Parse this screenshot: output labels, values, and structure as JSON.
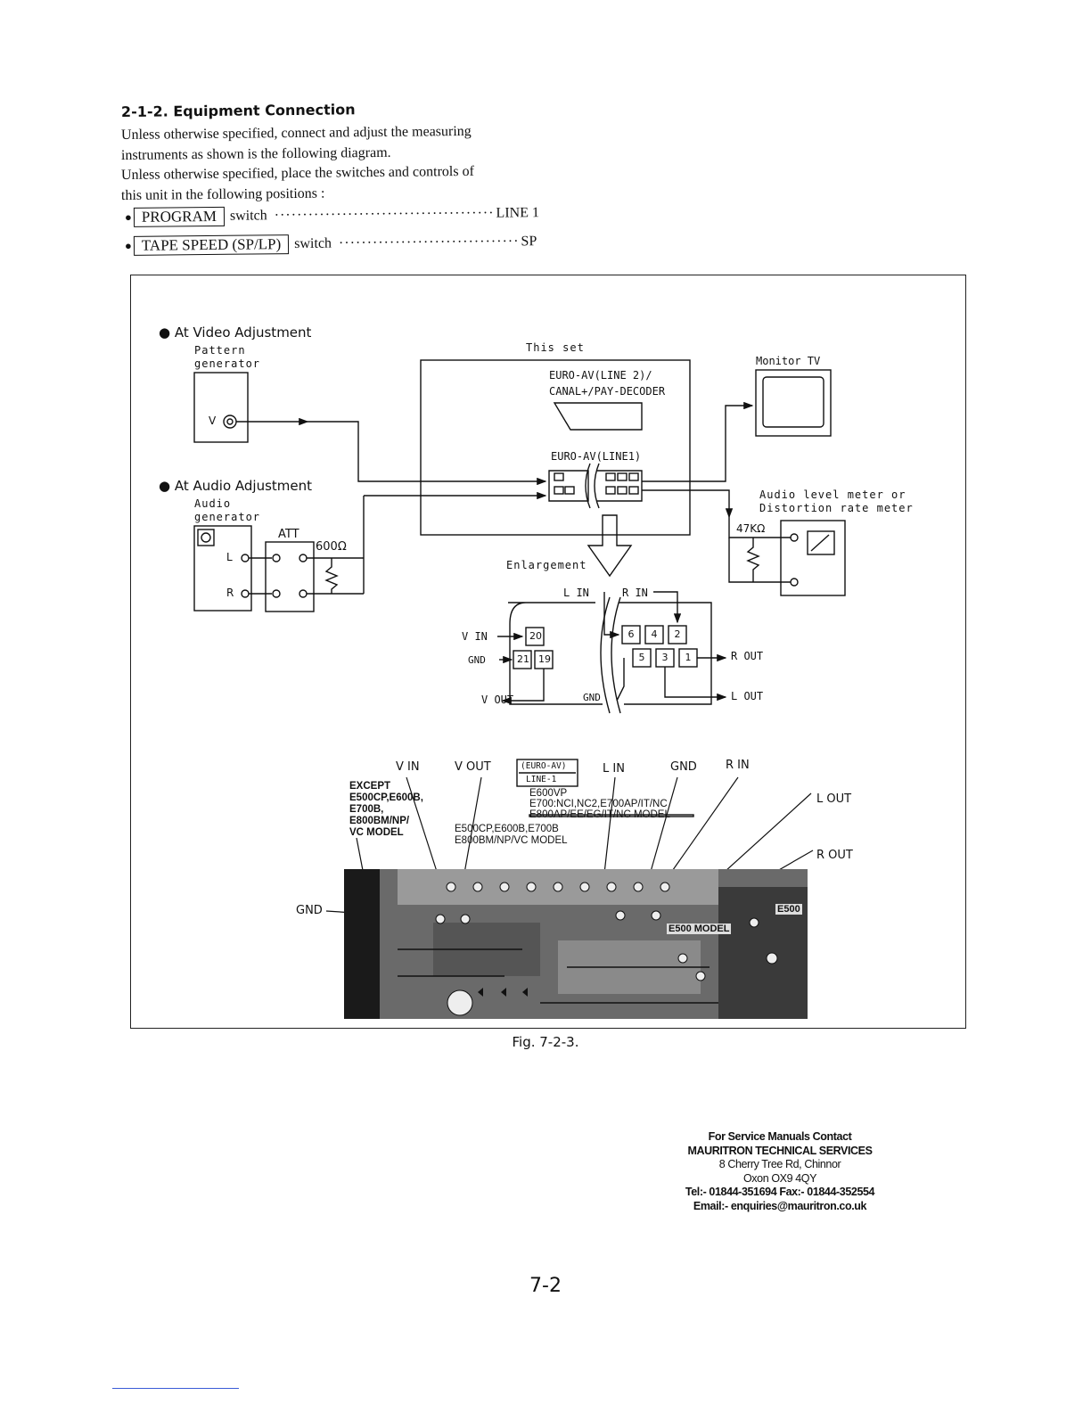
{
  "section": {
    "heading": "2-1-2.  Equipment Connection",
    "para1_line1": "Unless otherwise specified, connect and adjust the measuring",
    "para1_line2": "instruments as shown is the following diagram.",
    "para2_line1": "Unless otherwise specified, place the switches and controls of",
    "para2_line2": "this unit in the following positions :"
  },
  "settings": [
    {
      "bullet": "●",
      "control": "PROGRAM",
      "kind": "switch",
      "dots": "·······································",
      "value": "LINE 1"
    },
    {
      "bullet": "●",
      "control": "TAPE SPEED (SP/LP)",
      "kind": "switch",
      "dots": "································",
      "value": "SP"
    }
  ],
  "diagram": {
    "video_adjustment": "● At Video Adjustment",
    "pattern_generator_1": "Pattern",
    "pattern_generator_2": "generator",
    "v_label": "V",
    "audio_adjustment": "● At Audio Adjustment",
    "audio_generator_1": "Audio",
    "audio_generator_2": "generator",
    "att": "ATT",
    "ohm600": "600Ω",
    "l_label": "L",
    "r_label": "R",
    "this_set": "This set",
    "euro_av_line2_1": "EURO-AV(LINE 2)/",
    "euro_av_line2_2": "CANAL+/PAY-DECODER",
    "euro_av_line1": "EURO-AV(LINE1)",
    "monitor_tv": "Monitor TV",
    "audio_meter_1": "Audio level meter or",
    "audio_meter_2": "Distortion rate meter",
    "k47": "47KΩ",
    "enlargement": "Enlargement",
    "l_in": "L IN",
    "r_in": "R IN",
    "v_in": "V IN",
    "gnd": "GND",
    "v_out": "V OUT",
    "gnd2": "GND",
    "r_out": "R OUT",
    "l_out": "L OUT",
    "pins": [
      "20",
      "21",
      "19",
      "6",
      "4",
      "2",
      "5",
      "3",
      "1"
    ]
  },
  "pcb": {
    "v_in": "V IN",
    "v_out": "V OUT",
    "euro_box_1": "(EURO-AV)",
    "euro_box_2": "LINE-1",
    "l_in": "L IN",
    "gnd_top": "GND",
    "r_in": "R IN",
    "except_1": "EXCEPT",
    "except_2": "E500CP,E600B,",
    "except_3": "E700B,",
    "except_4": "E800BM/NP/",
    "except_5": "VC MODEL",
    "models_1": "E600VP",
    "models_2": "E700:NCI,NC2,E700AP/IT/NC",
    "models_3": "E800AP/EE/EG/IT/NC MODEL",
    "models_4": "E500CP,E600B,E700B",
    "models_5": "E800BM/NP/VC MODEL",
    "l_out": "L OUT",
    "r_out": "R OUT",
    "gnd_left": "GND",
    "e500_model": "E500 MODEL",
    "e500": "E500"
  },
  "caption": "Fig. 7-2-3.",
  "contact": {
    "line1": "For Service Manuals Contact",
    "line2": "MAURITRON TECHNICAL SERVICES",
    "line3": "8 Cherry Tree Rd, Chinnor",
    "line4": "Oxon OX9 4QY",
    "line5": "Tel:- 01844-351694 Fax:- 01844-352554",
    "line6": "Email:- enquiries@mauritron.co.uk"
  },
  "page_number": "7-2"
}
